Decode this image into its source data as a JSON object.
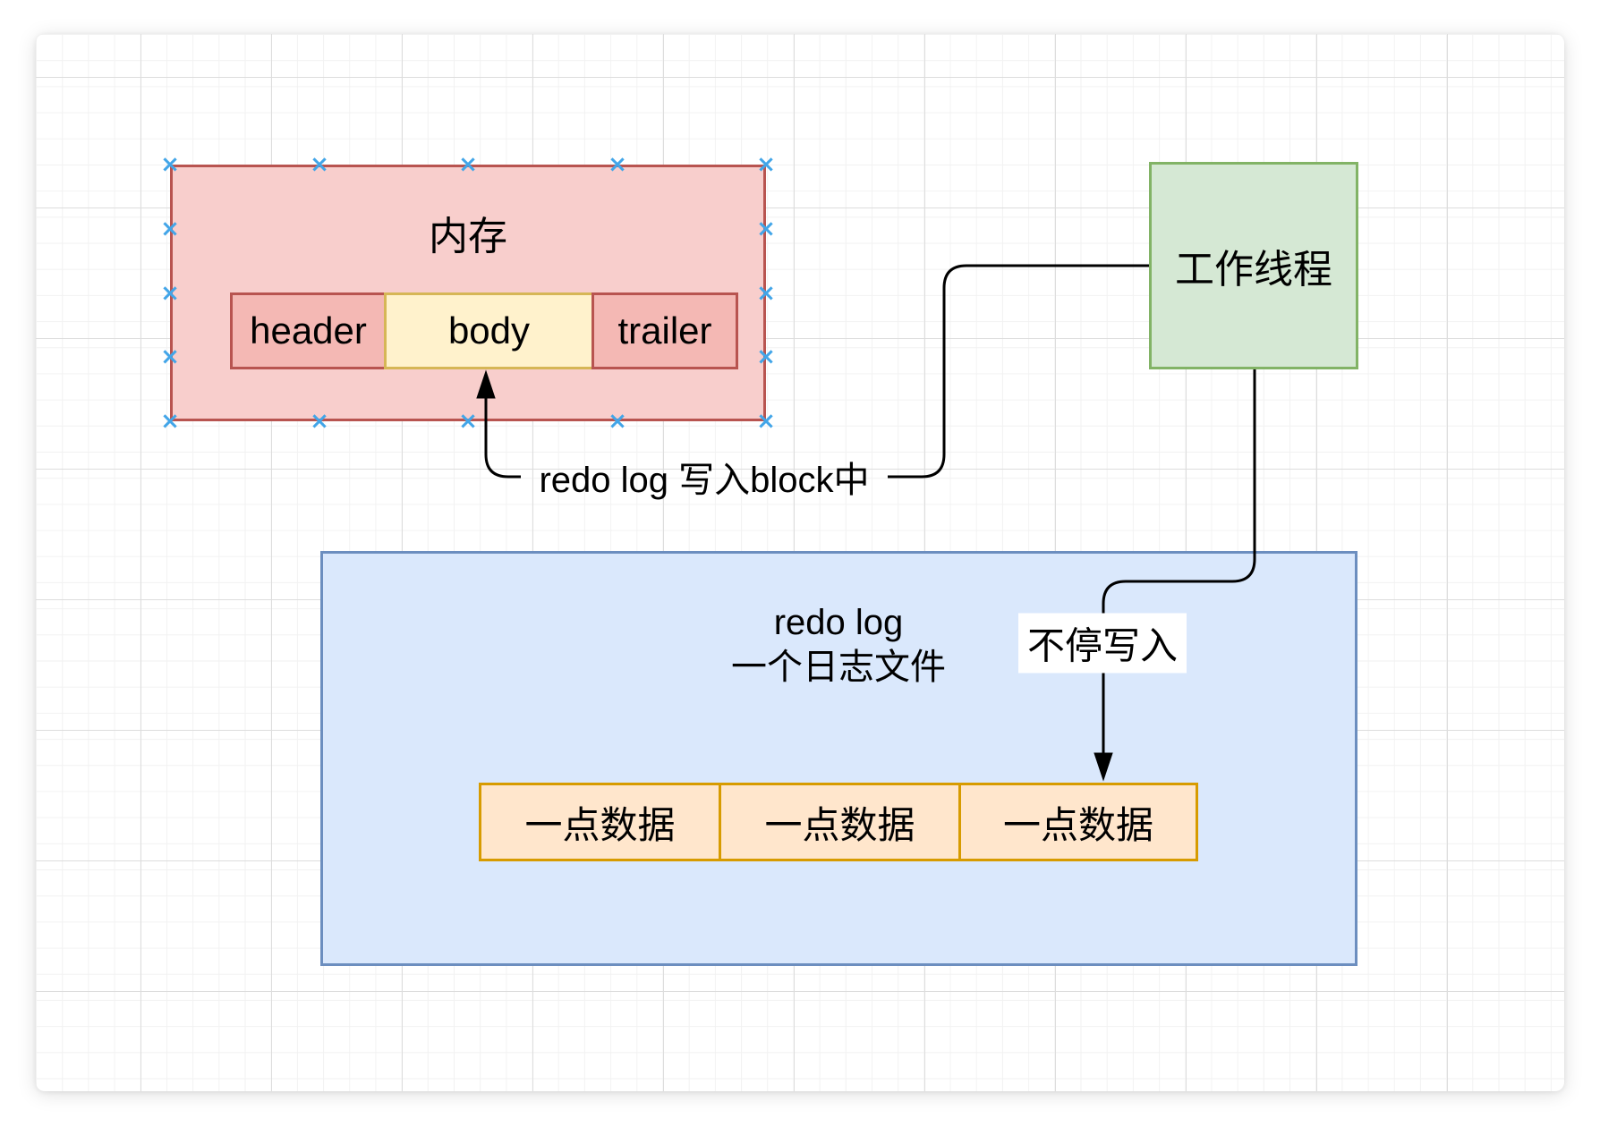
{
  "diagram": {
    "memory_box": {
      "label": "内存"
    },
    "block_cells": [
      {
        "label": "header"
      },
      {
        "label": "body"
      },
      {
        "label": "trailer"
      }
    ],
    "worker_box": {
      "label": "工作线程"
    },
    "logfile_box": {
      "label_line1": "redo log",
      "label_line2": "一个日志文件"
    },
    "data_cells": [
      {
        "label": "一点数据"
      },
      {
        "label": "一点数据"
      },
      {
        "label": "一点数据"
      }
    ],
    "edge_labels": {
      "write_block": "redo log 写入block中",
      "keep_writing": "不停写入"
    }
  },
  "icons": {
    "connection_point": "×"
  },
  "colors": {
    "red_fill": "#f8cecc",
    "red_stroke": "#b85450",
    "cell_pink_fill": "#f4b8b4",
    "yellow_fill": "#fff2cc",
    "yellow_stroke": "#d6b656",
    "green_fill": "#d5e8d4",
    "green_stroke": "#82b366",
    "blue_fill": "#dae8fc",
    "blue_stroke": "#6c8ebf",
    "orange_fill": "#ffe6cc",
    "orange_stroke": "#d79b00",
    "connector": "#000000",
    "handle_blue": "#42a5e8",
    "grid_minor": "#f2f2f2",
    "grid_major": "#dddddd"
  }
}
